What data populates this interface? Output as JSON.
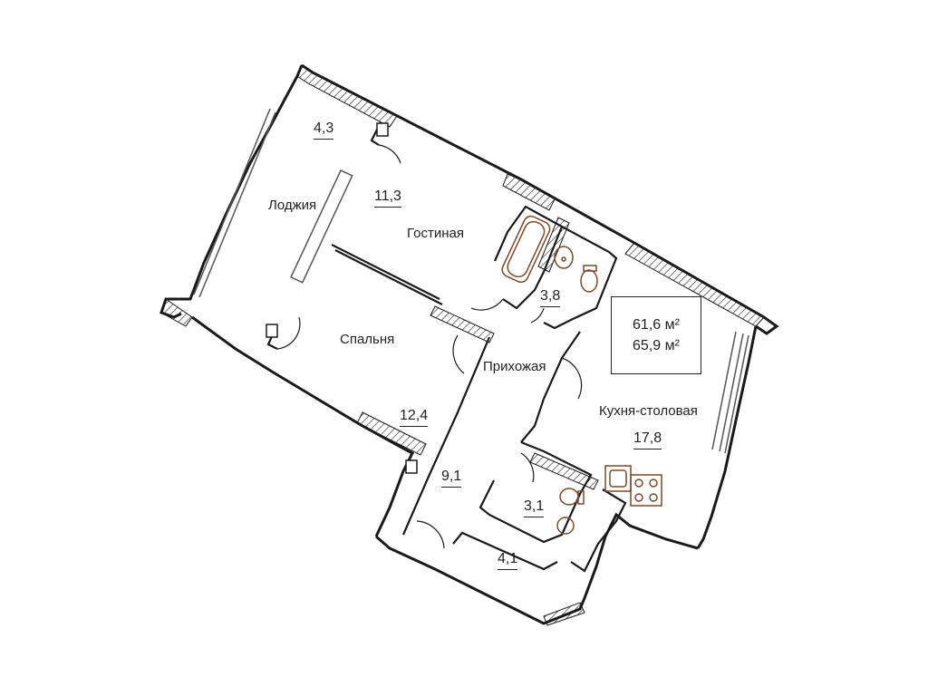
{
  "rooms": {
    "loggia": {
      "name": "Лоджия",
      "area": "4,3"
    },
    "living": {
      "name": "Гостиная",
      "area": "11,3"
    },
    "bathroom": {
      "area": "3,8"
    },
    "bedroom": {
      "name": "Спальня",
      "area": "12,4"
    },
    "hallway": {
      "name": "Прихожая",
      "area": "9,1"
    },
    "kitchen": {
      "name": "Кухня-столовая",
      "area": "17,8"
    },
    "toilet": {
      "area": "3,1"
    },
    "storage": {
      "area": "4,1"
    }
  },
  "totals": {
    "living_area": "61,6 м²",
    "total_area": "65,9 м²"
  },
  "colors": {
    "wall": "#1a1a1a",
    "window": "#555555",
    "fixture": "#7a4a2a",
    "line": "#222222"
  }
}
